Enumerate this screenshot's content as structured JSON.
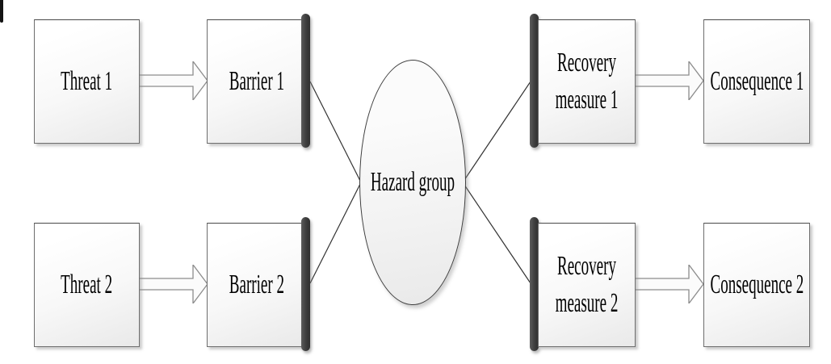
{
  "diagram": {
    "type": "bowtie",
    "center": {
      "label": "Hazard group"
    },
    "threats": [
      {
        "label": "Threat 1"
      },
      {
        "label": "Threat 2"
      }
    ],
    "barriers": [
      {
        "label": "Barrier 1"
      },
      {
        "label": "Barrier 2"
      }
    ],
    "recovery_measures": [
      {
        "label": "Recovery measure 1"
      },
      {
        "label": "Recovery measure 2"
      }
    ],
    "consequences": [
      {
        "label": "Consequence 1"
      },
      {
        "label": "Consequence 2"
      }
    ],
    "edges": [
      {
        "from": "Threat 1",
        "to": "Barrier 1",
        "style": "block-arrow"
      },
      {
        "from": "Threat 2",
        "to": "Barrier 2",
        "style": "block-arrow"
      },
      {
        "from": "Barrier 1",
        "to": "Hazard group",
        "style": "line"
      },
      {
        "from": "Barrier 2",
        "to": "Hazard group",
        "style": "line"
      },
      {
        "from": "Hazard group",
        "to": "Recovery measure 1",
        "style": "line"
      },
      {
        "from": "Hazard group",
        "to": "Recovery measure 2",
        "style": "line"
      },
      {
        "from": "Recovery measure 1",
        "to": "Consequence 1",
        "style": "block-arrow"
      },
      {
        "from": "Recovery measure 2",
        "to": "Consequence 2",
        "style": "block-arrow"
      }
    ],
    "colors": {
      "barrier_bar": "#3d3d3d",
      "box_border": "#6e6e6e",
      "box_fill_top": "#ffffff",
      "box_fill_bottom": "#e9e9e9",
      "connector_line": "#333333",
      "arrow_fill": "#fbfbfb",
      "arrow_outline": "#8c8c8c",
      "text": "#000000",
      "background": "#ffffff"
    }
  }
}
